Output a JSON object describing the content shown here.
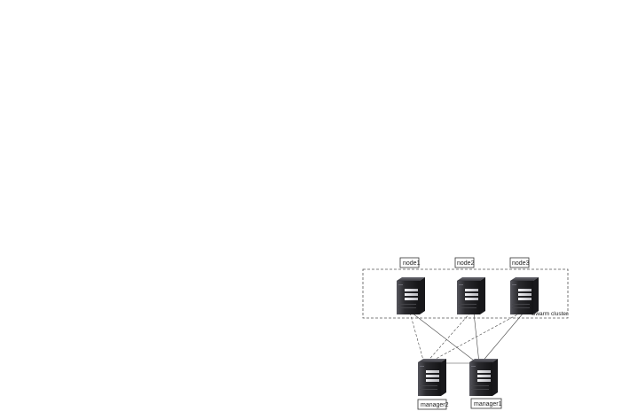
{
  "cluster": {
    "label": "Swarm cluster"
  },
  "workers": [
    {
      "label": "node1"
    },
    {
      "label": "node2"
    },
    {
      "label": "node3"
    }
  ],
  "managers": [
    {
      "label": "manager2"
    },
    {
      "label": "manager1"
    }
  ],
  "colors": {
    "server_body": "#2a2a2e",
    "server_highlight": "#5a5a62",
    "drive_bay": "#d8d8dc",
    "line": "#444444"
  }
}
